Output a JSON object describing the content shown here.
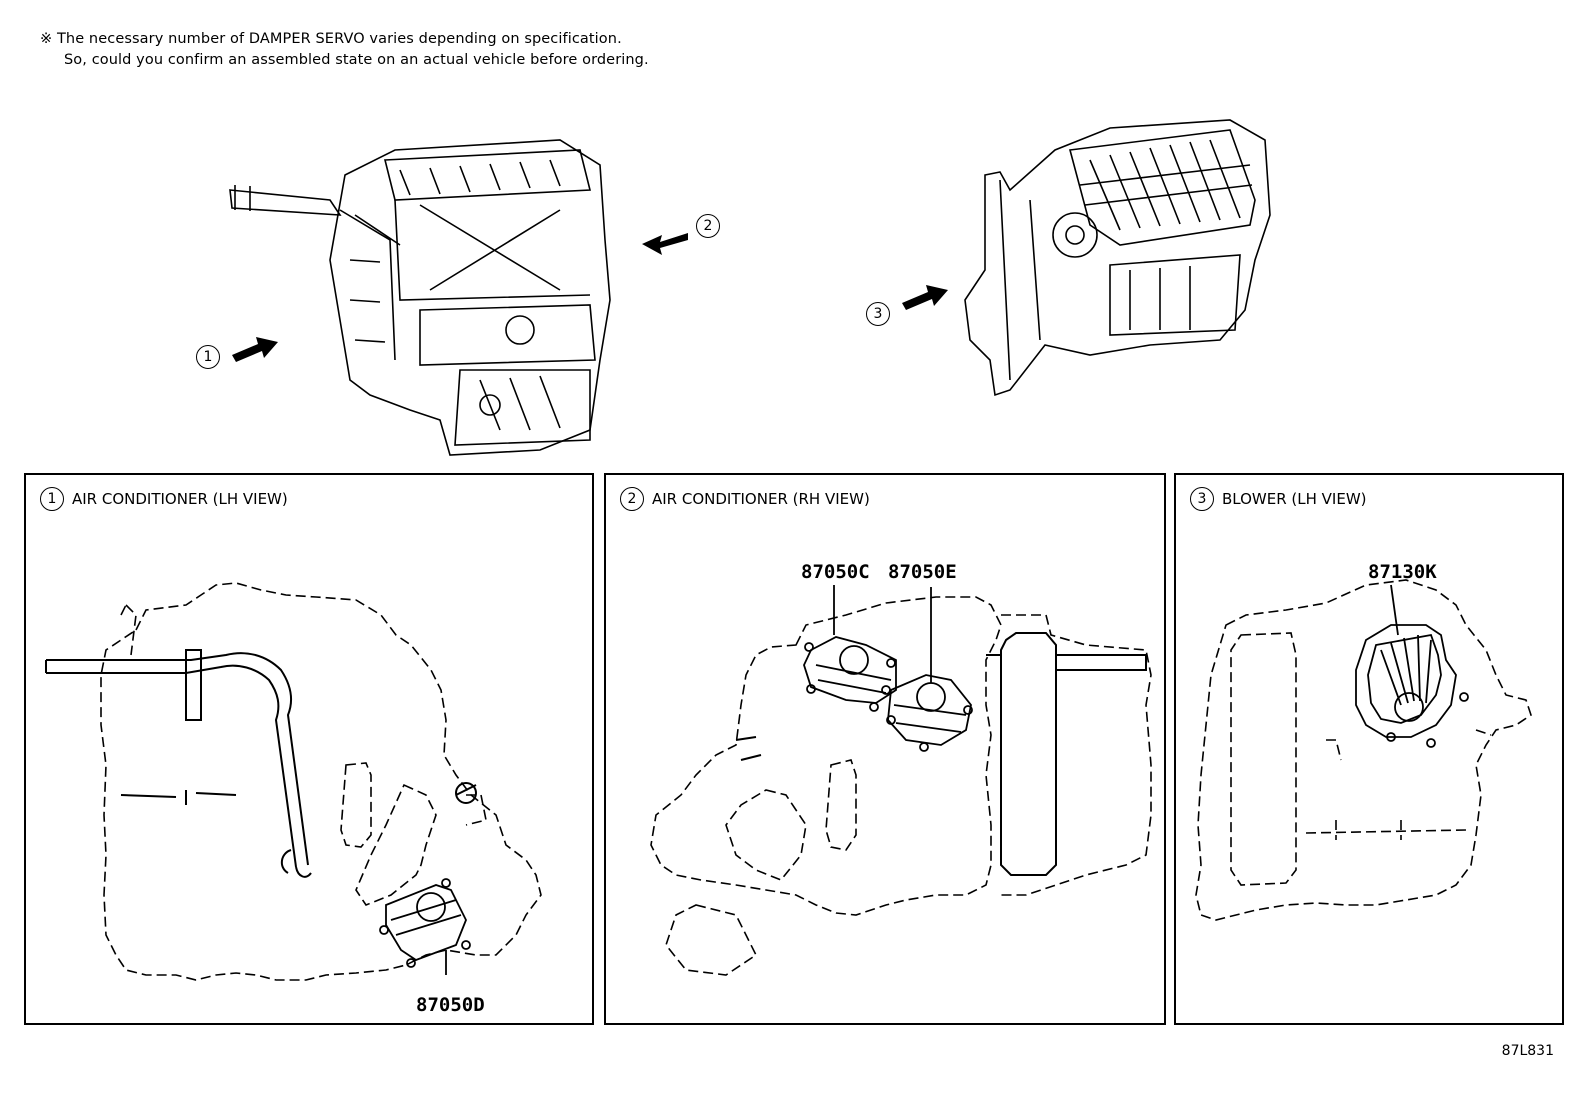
{
  "notes": {
    "line1": "※ The necessary number of DAMPER SERVO varies depending on specification.",
    "line2": "So, could you confirm an assembled state on an actual vehicle before ordering."
  },
  "callouts": {
    "c1": "1",
    "c2": "2",
    "c3": "3"
  },
  "panels": [
    {
      "number": "1",
      "title": "AIR CONDITIONER (LH VIEW)",
      "parts": [
        "87050D"
      ]
    },
    {
      "number": "2",
      "title": "AIR CONDITIONER (RH VIEW)",
      "parts": [
        "87050C",
        "87050E"
      ]
    },
    {
      "number": "3",
      "title": "BLOWER (LH VIEW)",
      "parts": [
        "87130K"
      ]
    }
  ],
  "diagram_code": "87L831"
}
